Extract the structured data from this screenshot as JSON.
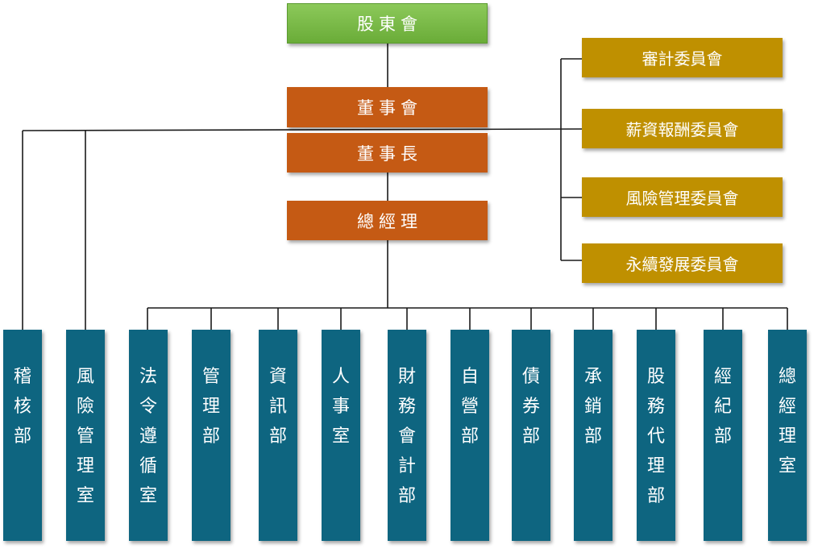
{
  "colors": {
    "shareholders": "#6aac38",
    "board": "#c55a14",
    "committee": "#bf9000",
    "department": "#0e6580",
    "connector": "#1a1a1a"
  },
  "top": {
    "shareholders": "股東會",
    "board": "董事會",
    "chairman": "董事長",
    "president": "總經理"
  },
  "committees": [
    "審計委員會",
    "薪資報酬委員會",
    "風險管理委員會",
    "永續發展委員會"
  ],
  "departments": [
    "稽核部",
    "風險管理室",
    "法令遵循室",
    "管理部",
    "資訊部",
    "人事室",
    "財務會計部",
    "自營部",
    "債券部",
    "承銷部",
    "股務代理部",
    "經紀部",
    "總經理室"
  ]
}
